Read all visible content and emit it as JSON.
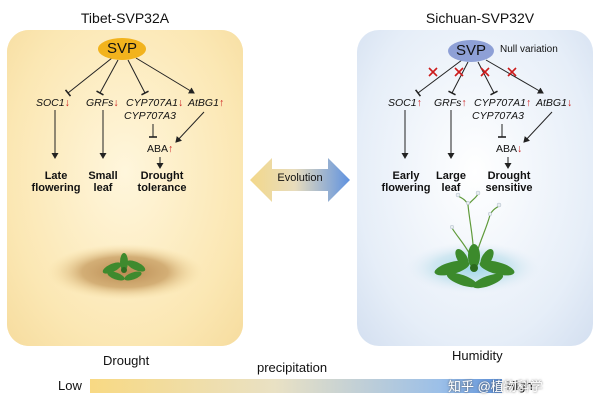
{
  "left": {
    "title": "Tibet-SVP32A",
    "svp": "SVP",
    "genes": {
      "soc1": {
        "name": "SOC1",
        "dir": "↓"
      },
      "grfs": {
        "name": "GRFs",
        "dir": "↓"
      },
      "cyp1": {
        "name": "CYP707A1",
        "dir": "↓"
      },
      "cyp3": {
        "name": "CYP707A3",
        "dir": ""
      },
      "atbg1": {
        "name": "AtBG1",
        "dir": "↑"
      }
    },
    "aba": {
      "name": "ABA",
      "dir": "↑"
    },
    "outcomes": {
      "flowering": "Late\nflowering",
      "leaf": "Small\nleaf",
      "drought": "Drought\ntolerance"
    },
    "environment": "Drought"
  },
  "right": {
    "title": "Sichuan-SVP32V",
    "svp": "SVP",
    "null_note": "Null variation",
    "genes": {
      "soc1": {
        "name": "SOC1",
        "dir": "↑"
      },
      "grfs": {
        "name": "GRFs",
        "dir": "↑"
      },
      "cyp1": {
        "name": "CYP707A1",
        "dir": "↑"
      },
      "cyp3": {
        "name": "CYP707A3",
        "dir": ""
      },
      "atbg1": {
        "name": "AtBG1",
        "dir": "↓"
      }
    },
    "aba": {
      "name": "ABA",
      "dir": "↓"
    },
    "outcomes": {
      "flowering": "Early\nflowering",
      "leaf": "Large\nleaf",
      "drought": "Drought\nsensitive"
    },
    "environment": "Humidity"
  },
  "evolution_label": "Evolution",
  "gradient": {
    "title": "precipitation",
    "low": "Low",
    "high": "High"
  },
  "watermark": "知乎 @植物科学",
  "colors": {
    "arrow_red": "#cc1b1b",
    "svp_left": "#f2b31d",
    "svp_right": "#8ea0d6",
    "evolution_left": "#f3d88a",
    "evolution_right": "#5f92e0"
  }
}
